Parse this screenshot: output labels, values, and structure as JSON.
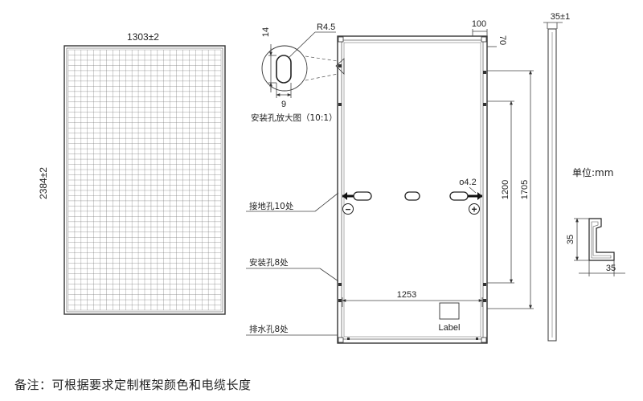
{
  "front_view": {
    "width_label": "1303±2",
    "height_label": "2384±2",
    "cell_columns": 24,
    "cell_rows": 50
  },
  "detail": {
    "radius_label": "R4.5",
    "slot_height_label": "14",
    "slot_width_label": "9",
    "caption": "安装孔放大图（10:1）"
  },
  "back_view": {
    "top_width_label": "100",
    "top_offset_label": "70",
    "inner_distance_label": "1200",
    "outer_distance_label": "1705",
    "hole_spacing_label": "1253",
    "ground_hole_dia_label": "ο4.2",
    "label_box_text": "Label",
    "minus_symbol": "−",
    "plus_symbol": "+",
    "callouts": {
      "grounding": "接地孔10处",
      "mounting": "安装孔8处",
      "drainage": "排水孔8处"
    }
  },
  "side_view": {
    "thickness_label": "35±1",
    "unit_label": "单位:mm"
  },
  "frame_profile": {
    "height_label": "35",
    "width_label": "35"
  },
  "note": "备注：可根据要求定制框架颜色和电缆长度"
}
